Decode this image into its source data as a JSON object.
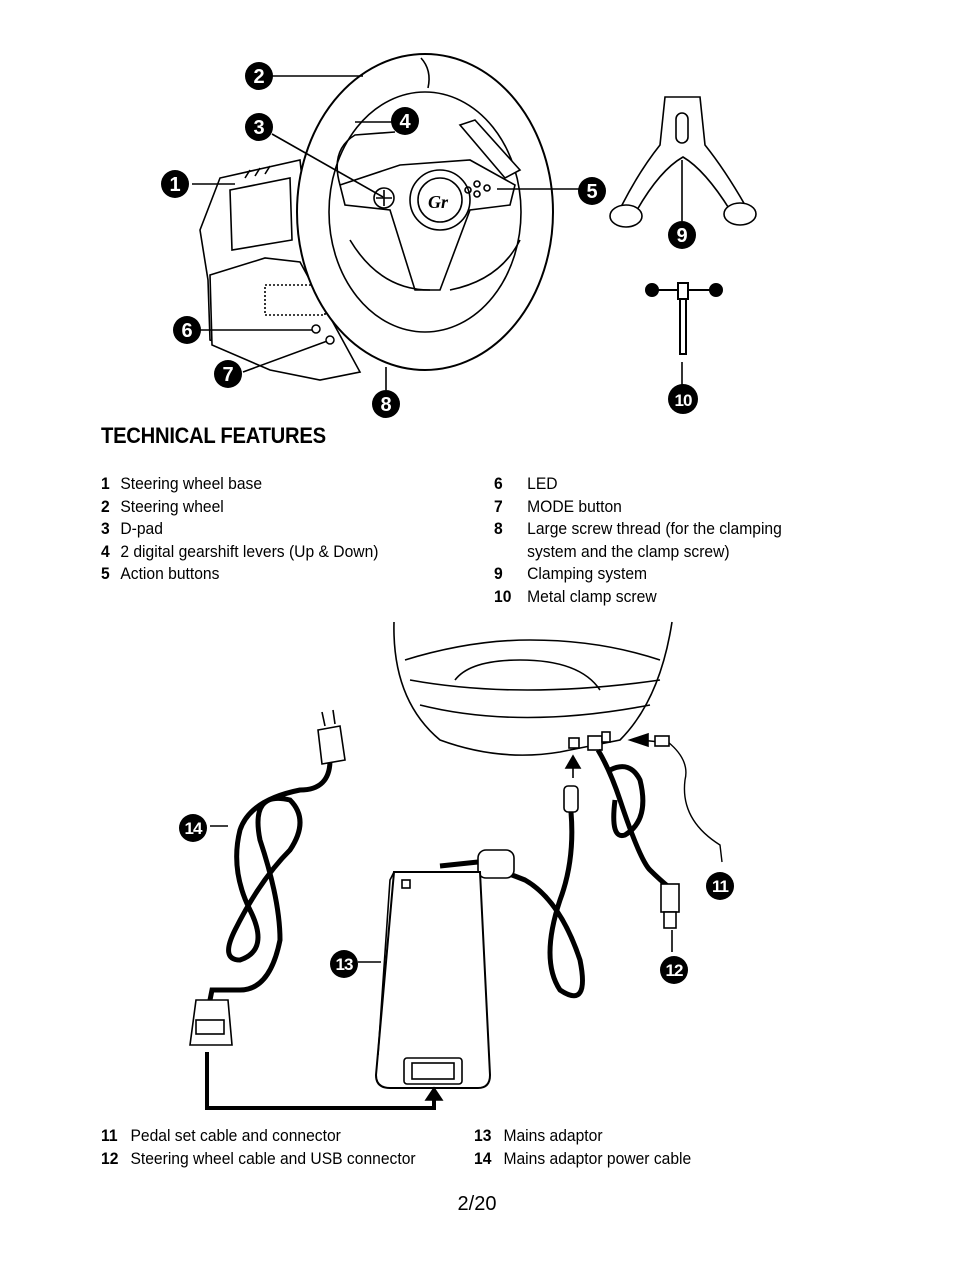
{
  "section_title": "TECHNICAL FEATURES",
  "features_top_left": [
    {
      "num": "1",
      "text": "Steering wheel base"
    },
    {
      "num": "2",
      "text": "Steering wheel"
    },
    {
      "num": "3",
      "text": "D-pad"
    },
    {
      "num": "4",
      "text": "2 digital gearshift levers (Up & Down)"
    },
    {
      "num": "5",
      "text": "Action buttons"
    }
  ],
  "features_top_right": [
    {
      "num": "6",
      "text": "LED"
    },
    {
      "num": "7",
      "text": "MODE button"
    },
    {
      "num": "8",
      "text": "Large screw thread (for the clamping",
      "cont": "system and the clamp screw)"
    },
    {
      "num": "9",
      "text": "Clamping system"
    },
    {
      "num": "10",
      "text": "Metal clamp screw"
    }
  ],
  "features_bottom_left": [
    {
      "num": "11",
      "text": "Pedal set cable and connector"
    },
    {
      "num": "12",
      "text": "Steering wheel cable and USB connector"
    }
  ],
  "features_bottom_right": [
    {
      "num": "13",
      "text": "Mains adaptor"
    },
    {
      "num": "14",
      "text": "Mains adaptor power cable"
    }
  ],
  "callouts_top": [
    "1",
    "2",
    "3",
    "4",
    "5",
    "6",
    "7",
    "8",
    "9",
    "10"
  ],
  "callouts_bottom": [
    "11",
    "12",
    "13",
    "14"
  ],
  "page_number": "2/20"
}
